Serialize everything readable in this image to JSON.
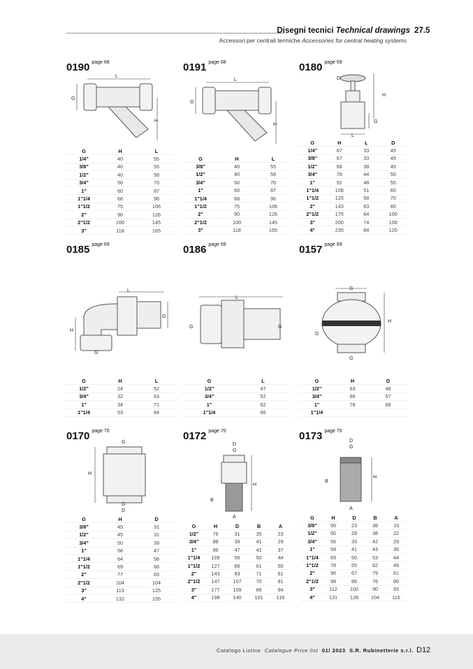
{
  "header": {
    "title_it": "Disegni tecnici",
    "title_en": "Technical drawings",
    "section": "27.5",
    "subtitle_it": "Accessori per centrali termiche",
    "subtitle_en": "Accessories for central heating systems"
  },
  "products": [
    {
      "code": "0190",
      "page": "page 68",
      "labels": [
        "L",
        "G",
        "H"
      ],
      "table": {
        "headers": [
          "G",
          "H",
          "L"
        ],
        "rows": [
          [
            "1/4\"",
            "40",
            "55"
          ],
          [
            "3/8\"",
            "40",
            "55"
          ],
          [
            "1/2\"",
            "40",
            "58"
          ],
          [
            "3/4\"",
            "50",
            "70"
          ],
          [
            "1\"",
            "60",
            "87"
          ],
          [
            "1\"1/4",
            "68",
            "96"
          ],
          [
            "1\"1/2",
            "75",
            "106"
          ],
          [
            "2\"",
            "90",
            "126"
          ],
          [
            "2\"1/2",
            "100",
            "145"
          ],
          [
            "3\"",
            "118",
            "165"
          ]
        ]
      }
    },
    {
      "code": "0191",
      "page": "page 68",
      "labels": [
        "L",
        "G",
        "H"
      ],
      "table": {
        "headers": [
          "G",
          "H",
          "L"
        ],
        "rows": [
          [
            "3/8\"",
            "40",
            "55"
          ],
          [
            "1/2\"",
            "40",
            "58"
          ],
          [
            "3/4\"",
            "50",
            "70"
          ],
          [
            "1\"",
            "60",
            "87"
          ],
          [
            "1\"1/4",
            "68",
            "96"
          ],
          [
            "1\"1/2",
            "75",
            "106"
          ],
          [
            "2\"",
            "90",
            "126"
          ],
          [
            "2\"1/2",
            "100",
            "145"
          ],
          [
            "3\"",
            "118",
            "165"
          ]
        ]
      }
    },
    {
      "code": "0180",
      "page": "page 69",
      "labels": [
        "D",
        "H",
        "G",
        "L"
      ],
      "table": {
        "headers": [
          "G",
          "H",
          "L",
          "D"
        ],
        "rows": [
          [
            "1/4\"",
            "67",
            "33",
            "45"
          ],
          [
            "3/8\"",
            "67",
            "33",
            "45"
          ],
          [
            "1/2\"",
            "68",
            "38",
            "45"
          ],
          [
            "3/4\"",
            "78",
            "44",
            "50"
          ],
          [
            "1\"",
            "91",
            "48",
            "55"
          ],
          [
            "1\"1/4",
            "108",
            "51",
            "60"
          ],
          [
            "1\"1/2",
            "125",
            "58",
            "70"
          ],
          [
            "2\"",
            "143",
            "63",
            "80"
          ],
          [
            "2\"1/2",
            "175",
            "64",
            "100"
          ],
          [
            "3\"",
            "200",
            "74",
            "100"
          ],
          [
            "4\"",
            "235",
            "84",
            "120"
          ]
        ]
      }
    },
    {
      "code": "0185",
      "page": "page 69",
      "labels": [
        "L",
        "G",
        "H",
        "G"
      ],
      "table": {
        "headers": [
          "G",
          "H",
          "L"
        ],
        "rows": [
          [
            "1/2\"",
            "24",
            "52"
          ],
          [
            "3/4\"",
            "32",
            "63"
          ],
          [
            "1\"",
            "34",
            "71"
          ],
          [
            "1\"1/4",
            "53",
            "84"
          ]
        ]
      }
    },
    {
      "code": "0186",
      "page": "page 69",
      "labels": [
        "L",
        "G",
        "G"
      ],
      "table": {
        "headers": [
          "G",
          "L"
        ],
        "rows": [
          [
            "1/2\"",
            "47"
          ],
          [
            "3/4\"",
            "52"
          ],
          [
            "1\"",
            "62"
          ],
          [
            "1\"1/4",
            "66"
          ]
        ]
      }
    },
    {
      "code": "0157",
      "page": "page 69",
      "labels": [
        "G",
        "H",
        "D",
        "G"
      ],
      "table": {
        "headers": [
          "G",
          "H",
          "D"
        ],
        "rows": [
          [
            "1/2\"",
            "63",
            "46"
          ],
          [
            "3/4\"",
            "66",
            "57"
          ],
          [
            "1\"",
            "78",
            "68"
          ],
          [
            "1\"1/4",
            "",
            ""
          ]
        ]
      }
    },
    {
      "code": "0170",
      "page": "page 70",
      "labels": [
        "G",
        "H",
        "G",
        "D"
      ],
      "table": {
        "headers": [
          "G",
          "H",
          "D"
        ],
        "rows": [
          [
            "3/8\"",
            "45",
            "31"
          ],
          [
            "1/2\"",
            "45",
            "31"
          ],
          [
            "3/4\"",
            "50",
            "39"
          ],
          [
            "1\"",
            "58",
            "47"
          ],
          [
            "1\"1/4",
            "64",
            "56"
          ],
          [
            "1\"1/2",
            "69",
            "66"
          ],
          [
            "2\"",
            "77",
            "83"
          ],
          [
            "2\"1/2",
            "104",
            "104"
          ],
          [
            "3\"",
            "113",
            "125"
          ],
          [
            "4\"",
            "132",
            "155"
          ]
        ]
      }
    },
    {
      "code": "0172",
      "page": "page 70",
      "labels": [
        "D",
        "G",
        "H",
        "B",
        "A"
      ],
      "table": {
        "headers": [
          "G",
          "H",
          "D",
          "B",
          "A"
        ],
        "rows": [
          [
            "1/2\"",
            "76",
            "31",
            "35",
            "23"
          ],
          [
            "3/4\"",
            "88",
            "39",
            "41",
            "29"
          ],
          [
            "1\"",
            "96",
            "47",
            "41",
            "37"
          ],
          [
            "1\"1/4",
            "109",
            "56",
            "50",
            "44"
          ],
          [
            "1\"1/2",
            "127",
            "66",
            "61",
            "50"
          ],
          [
            "2\"",
            "143",
            "83",
            "71",
            "61"
          ],
          [
            "2\"1/2",
            "147",
            "107",
            "70",
            "81"
          ],
          [
            "3\"",
            "177",
            "109",
            "86",
            "94"
          ],
          [
            "4\"",
            "198",
            "140",
            "101",
            "116"
          ]
        ]
      }
    },
    {
      "code": "0173",
      "page": "page 70",
      "labels": [
        "D",
        "G",
        "H",
        "B",
        "A"
      ],
      "table": {
        "headers": [
          "G",
          "H",
          "D",
          "B",
          "A"
        ],
        "rows": [
          [
            "3/8\"",
            "50",
            "23",
            "38",
            "19"
          ],
          [
            "1/2\"",
            "50",
            "28",
            "38",
            "22"
          ],
          [
            "3/4\"",
            "56",
            "33",
            "42",
            "29"
          ],
          [
            "1\"",
            "58",
            "41",
            "43",
            "36"
          ],
          [
            "1\"1/4",
            "69",
            "50",
            "53",
            "44"
          ],
          [
            "1\"1/2",
            "78",
            "55",
            "62",
            "49"
          ],
          [
            "2\"",
            "96",
            "67",
            "79",
            "61"
          ],
          [
            "2\"1/2",
            "98",
            "86",
            "76",
            "80"
          ],
          [
            "3\"",
            "112",
            "100",
            "90",
            "93"
          ],
          [
            "4\"",
            "131",
            "128",
            "104",
            "116"
          ]
        ]
      }
    }
  ],
  "footer": {
    "catalog_it": "Catalogo Listino",
    "catalog_en": "Catalogue Price list",
    "edition": "01/ 2023",
    "company": "S.R. Rubinetterie s.r.l.",
    "page": "D12"
  }
}
